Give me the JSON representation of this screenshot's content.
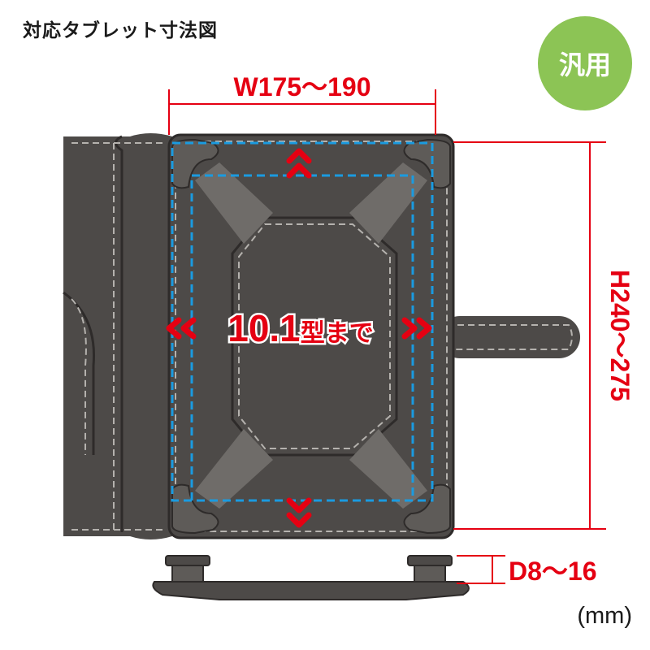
{
  "title": "対応タブレット寸法図",
  "badge": {
    "label": "汎用",
    "color": "#8cc455"
  },
  "dimensions": {
    "width": "W175～190",
    "height": "H240～275",
    "depth": "D8～16"
  },
  "max_size": {
    "number": "10.1",
    "suffix": "型まで"
  },
  "unit": "(mm)",
  "colors": {
    "dimension": "#e50012",
    "case": "#4d4a48",
    "case_dark": "#3a3736",
    "strap": "#6f6c69",
    "dash_blue": "#1a9be0",
    "stitch": "#b5b2ae"
  }
}
